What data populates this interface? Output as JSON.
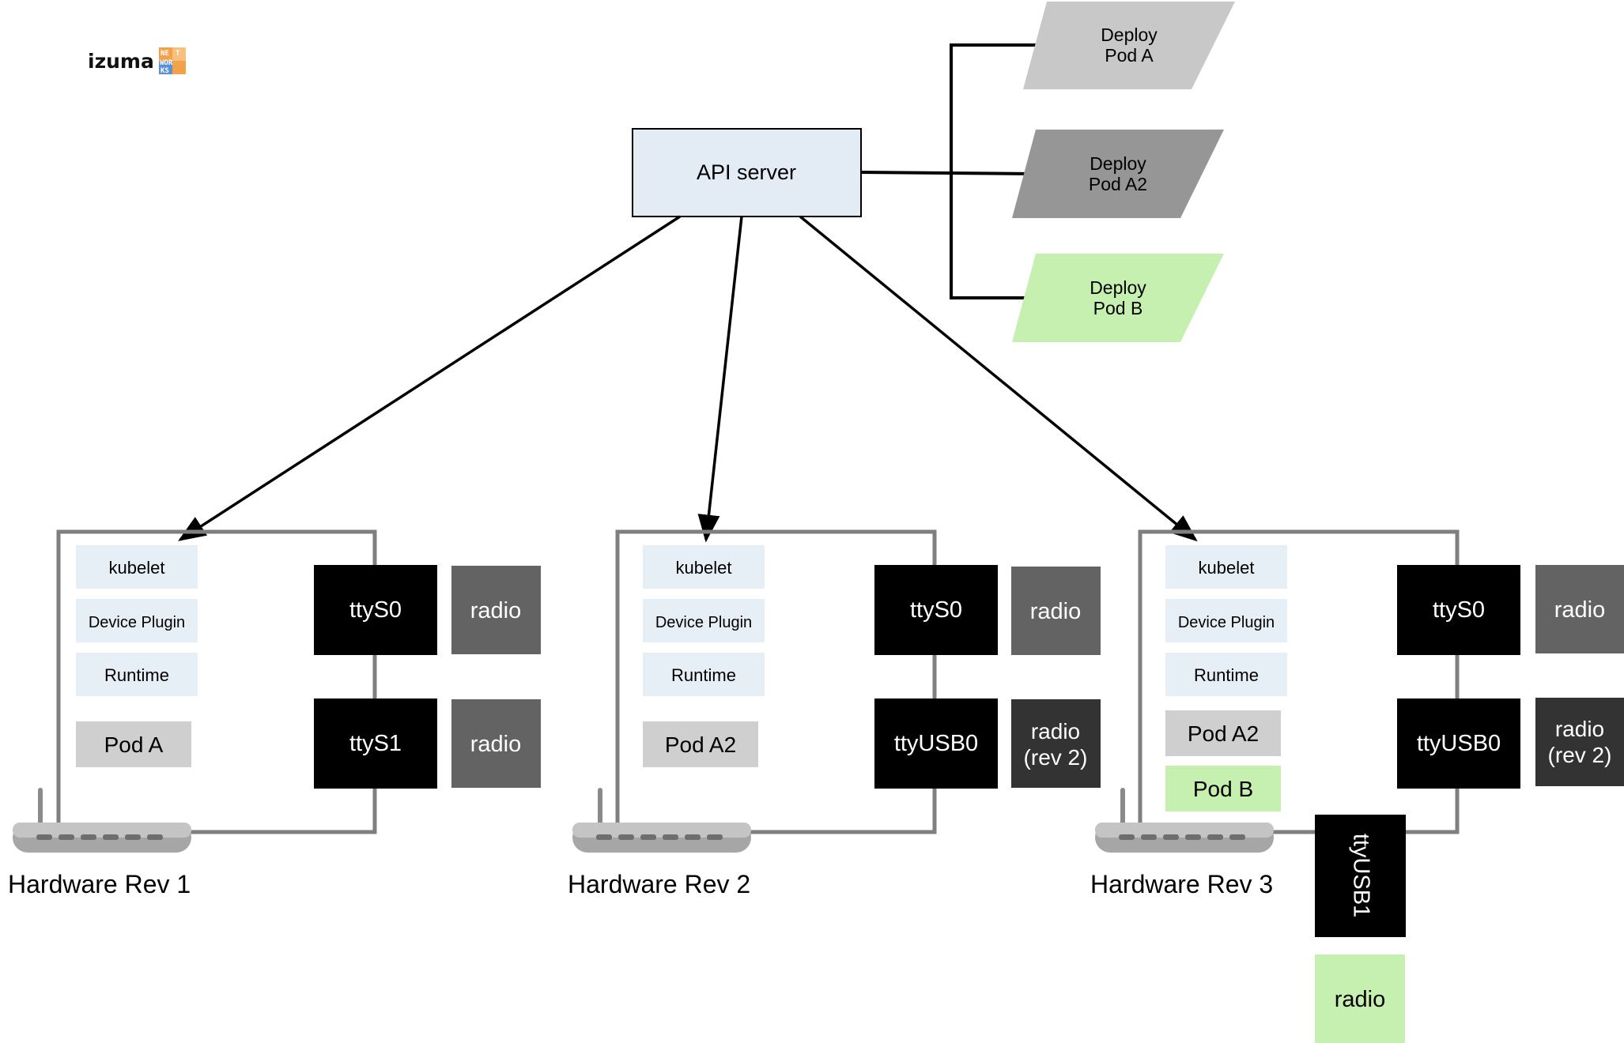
{
  "logo": {
    "word": "izuma",
    "mark_lines": [
      "NE",
      "T",
      "WOR",
      "KS"
    ]
  },
  "api_server": {
    "label": "API server"
  },
  "deploy_steps": [
    {
      "line1": "Deploy",
      "line2": "Pod A",
      "color": "#c8c8c8"
    },
    {
      "line1": "Deploy",
      "line2": "Pod A2",
      "color": "#969696"
    },
    {
      "line1": "Deploy",
      "line2": "Pod B",
      "color": "#c6f0b0"
    }
  ],
  "colors": {
    "stack_box": "#e6eef6",
    "pod_gray": "#cfcfcf",
    "pod_green": "#c6f0b0",
    "port_box": "#000000",
    "radio_box": "#636363",
    "radio_rev2_box": "#333333",
    "wire": "#7f7f7f",
    "api_box": "#e3ecf5"
  },
  "hardware": [
    {
      "title": "Hardware Rev 1",
      "stack": [
        "kubelet",
        "Device Plugin",
        "Runtime"
      ],
      "pods": [
        "Pod A"
      ],
      "ports": [
        {
          "port": "ttyS0",
          "radio": [
            "radio"
          ]
        },
        {
          "port": "ttyS1",
          "radio": [
            "radio"
          ]
        }
      ]
    },
    {
      "title": "Hardware Rev 2",
      "stack": [
        "kubelet",
        "Device Plugin",
        "Runtime"
      ],
      "pods": [
        "Pod A2"
      ],
      "ports": [
        {
          "port": "ttyS0",
          "radio": [
            "radio"
          ]
        },
        {
          "port": "ttyUSB0",
          "radio": [
            "radio",
            "(rev 2)"
          ]
        }
      ]
    },
    {
      "title": "Hardware Rev 3",
      "stack": [
        "kubelet",
        "Device Plugin",
        "Runtime"
      ],
      "pods": [
        "Pod A2",
        "Pod B"
      ],
      "ports": [
        {
          "port": "ttyS0",
          "radio": [
            "radio"
          ]
        },
        {
          "port": "ttyUSB0",
          "radio": [
            "radio",
            "(rev 2)"
          ]
        }
      ],
      "usb_port": {
        "port": "ttyUSB1",
        "radio": "radio"
      }
    }
  ]
}
